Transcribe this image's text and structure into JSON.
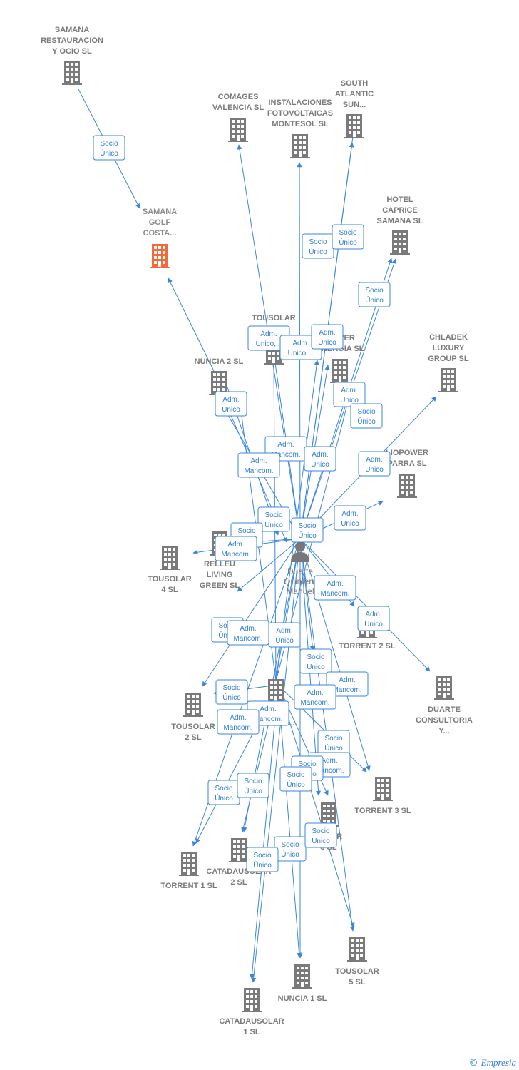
{
  "colors": {
    "edge": "#3b86dd",
    "building": "#7a7a7a",
    "focus_building": "#f26a3a",
    "label_box_border": "#3b86dd"
  },
  "nodes": [
    {
      "id": "samana_restauracion",
      "lines": [
        "SAMANA",
        "RESTAURACION",
        "Y OCIO  SL"
      ],
      "icon": "building-icon"
    },
    {
      "id": "samana_golf",
      "lines": [
        "SAMANA",
        "GOLF",
        "COSTA..."
      ],
      "icon": "building-icon",
      "focus": true
    },
    {
      "id": "comages",
      "lines": [
        "COMAGES",
        "VALENCIA SL"
      ],
      "icon": "building-icon"
    },
    {
      "id": "instalaciones",
      "lines": [
        "INSTALACIONES",
        "FOTOVOLTAICAS",
        "MONTESOL  SL"
      ],
      "icon": "building-icon"
    },
    {
      "id": "south_atlantic",
      "lines": [
        "SOUTH",
        "ATLANTIC",
        "SUN..."
      ],
      "icon": "building-icon"
    },
    {
      "id": "hotel_caprice",
      "lines": [
        "HOTEL",
        "CAPRICE",
        "SAMANA  SL"
      ],
      "icon": "building-icon"
    },
    {
      "id": "tousolar_top",
      "lines": [
        "TOUSOLAR"
      ],
      "icon": "building-icon"
    },
    {
      "id": "power_energia",
      "lines": [
        "POWER",
        "ENERGIA  SL"
      ],
      "icon": "building-icon"
    },
    {
      "id": "chladek",
      "lines": [
        "CHLADEK",
        "LUXURY",
        "GROUP  SL"
      ],
      "icon": "building-icon"
    },
    {
      "id": "nuncia2",
      "lines": [
        "NUNCIA 2  SL"
      ],
      "icon": "building-icon"
    },
    {
      "id": "heliopower_parra",
      "lines": [
        "LIOPOWER",
        "PARRA  SL"
      ],
      "icon": "building-icon"
    },
    {
      "id": "tousolar4",
      "lines": [
        "TOUSOLAR",
        "4  SL"
      ],
      "icon": "building-icon"
    },
    {
      "id": "relleu",
      "lines": [
        "RELLEU",
        "LIVING",
        "GREEN  SL"
      ],
      "icon": "building-icon"
    },
    {
      "id": "torrent2",
      "lines": [
        "TORRENT 2  SL"
      ],
      "icon": "building-icon"
    },
    {
      "id": "duarte_consultoria",
      "lines": [
        "DUARTE",
        "CONSULTORIA",
        "Y..."
      ],
      "icon": "building-icon"
    },
    {
      "id": "tousolar2",
      "lines": [
        "TOUSOLAR",
        "2  SL"
      ],
      "icon": "building-icon"
    },
    {
      "id": "mid_energia",
      "lines": [
        "OS",
        "ENERGIA..."
      ],
      "icon": "building-icon"
    },
    {
      "id": "torrent3",
      "lines": [
        "TORRENT 3  SL"
      ],
      "icon": "building-icon"
    },
    {
      "id": "tousolar3",
      "lines": [
        "SOLAR",
        "3 SL"
      ],
      "icon": "building-icon"
    },
    {
      "id": "torrent1",
      "lines": [
        "TORRENT 1  SL"
      ],
      "icon": "building-icon"
    },
    {
      "id": "catadausolar2",
      "lines": [
        "CATADAUSOLAR",
        "2  SL"
      ],
      "icon": "building-icon"
    },
    {
      "id": "tousolar5",
      "lines": [
        "TOUSOLAR",
        "5  SL"
      ],
      "icon": "building-icon"
    },
    {
      "id": "nuncia1",
      "lines": [
        "NUNCIA 1  SL"
      ],
      "icon": "building-icon"
    },
    {
      "id": "catadausolar1",
      "lines": [
        "CATADAUSOLAR",
        "1  SL"
      ],
      "icon": "building-icon"
    }
  ],
  "person": {
    "id": "duarte",
    "lines": [
      "Duarte",
      "Quintero",
      "Manuel"
    ],
    "icon": "person-icon"
  },
  "edge_labels": [
    [
      "Socio",
      "Único"
    ],
    [
      "Socio",
      "Único"
    ],
    [
      "Socio",
      "Único"
    ],
    [
      "Socio",
      "Único"
    ],
    [
      "Adm.",
      "Unico,..."
    ],
    [
      "Adm.",
      "Unico,..."
    ],
    [
      "Adm.",
      "Unico"
    ],
    [
      "Adm.",
      "Unico"
    ],
    [
      "Adm.",
      "Unico"
    ],
    [
      "Socio",
      "Único"
    ],
    [
      "Adm.",
      "Mancom."
    ],
    [
      "Adm.",
      "Mancom."
    ],
    [
      "Adm.",
      "Unico"
    ],
    [
      "Adm.",
      "Unico"
    ],
    [
      "Socio",
      "Único"
    ],
    [
      "Socio",
      "Único"
    ],
    [
      "Adm.",
      "Unico"
    ],
    [
      "Socio",
      "Único"
    ],
    [
      "Adm.",
      "Mancom."
    ],
    [
      "Adm.",
      "Mancom."
    ],
    [
      "Adm.",
      "Unico"
    ],
    [
      "Socio",
      "Único"
    ],
    [
      "Adm.",
      "Mancom."
    ],
    [
      "Adm.",
      "Unico"
    ],
    [
      "Socio",
      "Único"
    ],
    [
      "Adm.",
      "Mancom."
    ],
    [
      "Socio",
      "Único"
    ],
    [
      "Adm.",
      "Mancom."
    ],
    [
      "Adm.",
      "Mancom."
    ],
    [
      "Adm.",
      "Mancom."
    ],
    [
      "Socio",
      "Único"
    ],
    [
      "Adm.",
      "Mancom."
    ],
    [
      "Socio",
      "Único"
    ],
    [
      "Socio",
      "Único"
    ],
    [
      "Socio",
      "Único"
    ],
    [
      "Socio",
      "Único"
    ],
    [
      "Socio",
      "Único"
    ],
    [
      "Socio",
      "Único"
    ],
    [
      "Socio",
      "Único"
    ]
  ],
  "watermark": {
    "copy": "©",
    "brand": "Empresia"
  }
}
